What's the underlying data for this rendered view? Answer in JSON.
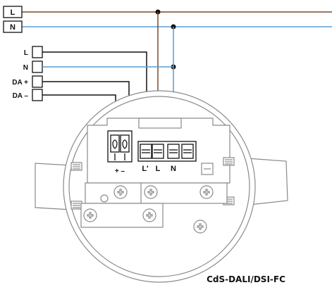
{
  "mains": {
    "l_label": "L",
    "n_label": "N"
  },
  "inputs": {
    "l_label": "L",
    "n_label": "N",
    "da_plus_label": "DA +",
    "da_minus_label": "DA –"
  },
  "terminals": {
    "dali_label": "+ –",
    "lprime_label": "L'",
    "l_label": "L",
    "n_label": "N"
  },
  "caption": "CdS-DALI/DSI-FC",
  "colors": {
    "live": "#7a4a2a",
    "neutral": "#5b9bd5",
    "signal": "#111111",
    "outline": "#8a8a8a"
  }
}
